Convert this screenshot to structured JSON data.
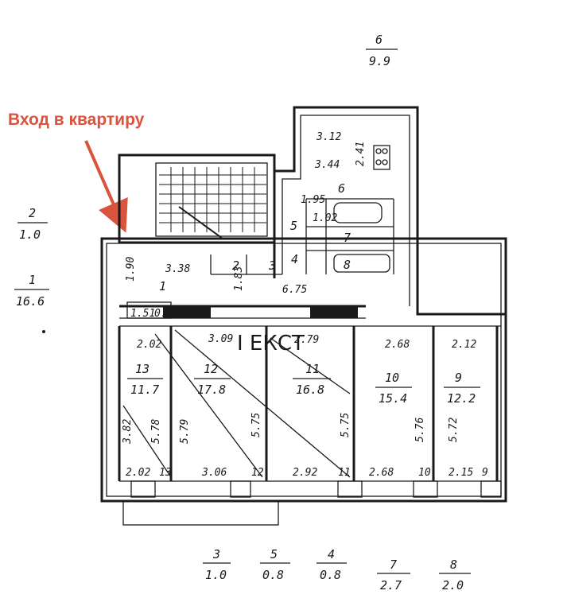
{
  "annotation": {
    "entry_label": "Вход в квартиру",
    "arrow_color": "#d9533d"
  },
  "stamp": "I ЕКСТ",
  "legend_left": [
    {
      "num": "2",
      "area": "1.0"
    },
    {
      "num": "1",
      "area": "16.6"
    }
  ],
  "legend_top": {
    "num": "6",
    "area": "9.9"
  },
  "legend_bottom": [
    {
      "num": "3",
      "area": "1.0"
    },
    {
      "num": "5",
      "area": "0.8"
    },
    {
      "num": "4",
      "area": "0.8"
    },
    {
      "num": "7",
      "area": "2.7"
    },
    {
      "num": "8",
      "area": "2.0"
    }
  ],
  "rooms": [
    {
      "num": "13",
      "area": "11.7"
    },
    {
      "num": "12",
      "area": "17.8"
    },
    {
      "num": "11",
      "area": "16.8"
    },
    {
      "num": "10",
      "area": "15.4"
    },
    {
      "num": "9",
      "area": "12.2"
    }
  ],
  "small_rooms": {
    "r1": "1",
    "r2": "2",
    "r3": "3",
    "r4": "4",
    "r5": "5",
    "r6": "6",
    "r7": "7",
    "r8": "8"
  },
  "dims": {
    "kitchen_top": "3.12",
    "kitchen_side": "3.44",
    "kitchen_v": "2.41",
    "kitchen_w": "1.95",
    "bath_top": "1.02",
    "hall_len": "3.38",
    "hall_h": "1.90",
    "corr_h": "1.83",
    "corridor": "6.75",
    "small_a": "1.51",
    "small_b": "0.7",
    "r13_top": "2.02",
    "r12_top": "3.09",
    "r11_top": "2.79",
    "r10_top": "2.68",
    "r9_top": "2.12",
    "r13_side": "3.82",
    "r13_depth": "5.78",
    "r12_depth": "5.79",
    "r12_depth2": "5.75",
    "r11_depth": "5.75",
    "r10_depth": "5.76",
    "r9_depth": "5.72",
    "r13_bot": "2.02",
    "r12_bot": "3.06",
    "r11_bot": "2.92",
    "r10_bot": "2.68",
    "r9_bot": "2.15",
    "tag13": "13",
    "tag12": "12",
    "tag11": "11",
    "tag10": "10",
    "tag9": "9"
  }
}
